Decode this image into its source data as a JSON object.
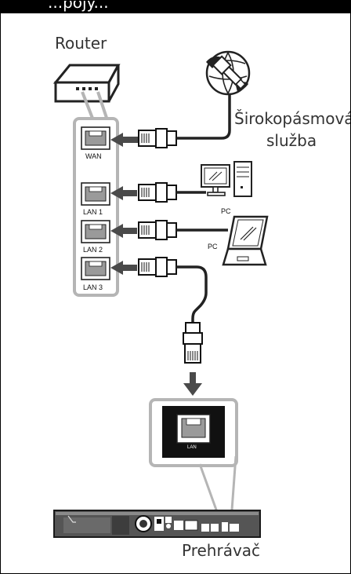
{
  "header": {
    "title": "...pojy..."
  },
  "labels": {
    "router": "Router",
    "broadband_line1": "Širokopásmová",
    "broadband_line2": "služba",
    "wan": "WAN",
    "lan1": "LAN 1",
    "lan2": "LAN 2",
    "lan3": "LAN 3",
    "pc1": "PC",
    "pc2": "PC",
    "player_port": "LAN",
    "player": "Prehrávač"
  },
  "colors": {
    "panel_border": "#b5b5b5",
    "cable": "#222222",
    "arrow": "#4a4a4a"
  },
  "icons": [
    "router-icon",
    "broadband-globe-icon",
    "desktop-pc-icon",
    "laptop-icon",
    "ethernet-plug-icon",
    "lan-port-icon",
    "player-device-icon"
  ]
}
